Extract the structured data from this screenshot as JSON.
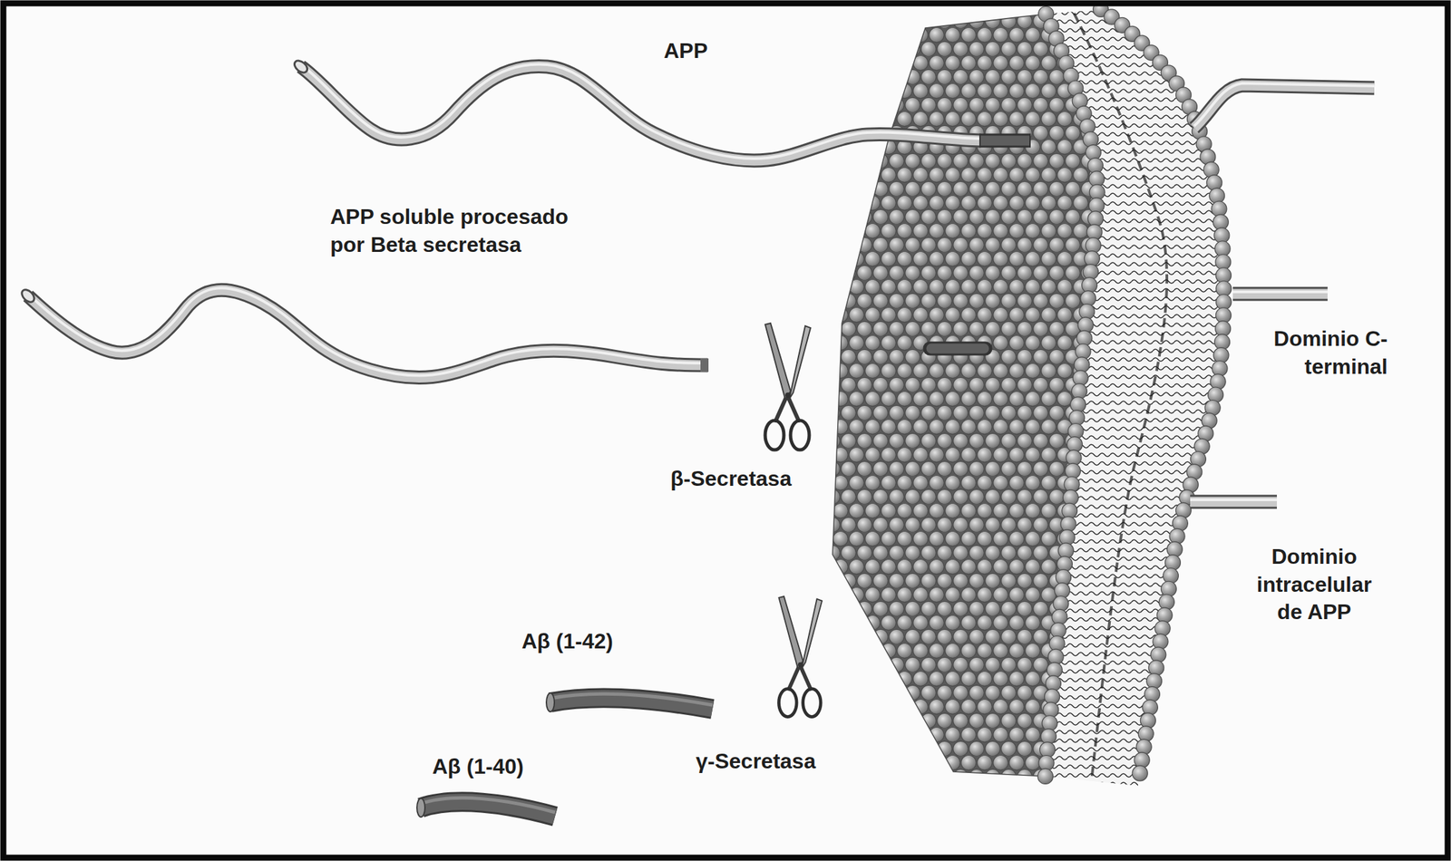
{
  "diagram": {
    "labels": [
      "APP",
      "APP soluble procesado por Beta secretasa",
      "Dominio C- terminal",
      "β-Secretasa",
      "Dominio intracelular de APP",
      "Aβ (1-42)",
      "γ-Secretasa",
      "Aβ (1-40)"
    ]
  }
}
